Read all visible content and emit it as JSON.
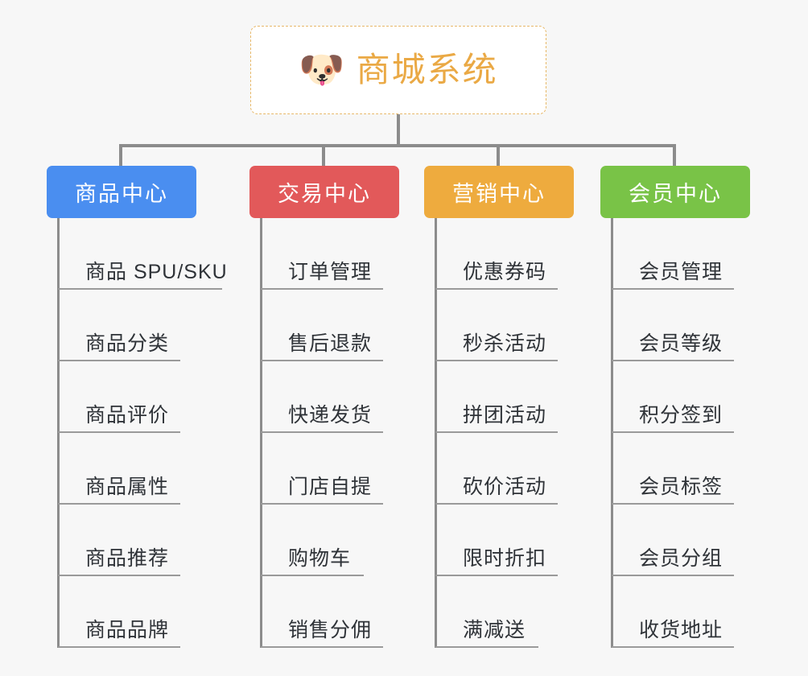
{
  "page": {
    "background": "#f7f7f7",
    "line_color": "#8c8c8c"
  },
  "root": {
    "icon": "dog-face-icon",
    "icon_glyph": "🐶",
    "title": "商城系统",
    "title_color": "#eaa945",
    "border_color": "#e8b96a"
  },
  "columns": [
    {
      "id": "product-center",
      "label": "商品中心",
      "color": "#4a8ef0",
      "items": [
        {
          "label": "商品 SPU/SKU",
          "rule_width": 204
        },
        {
          "label": "商品分类",
          "rule_width": 152
        },
        {
          "label": "商品评价",
          "rule_width": 152
        },
        {
          "label": "商品属性",
          "rule_width": 152
        },
        {
          "label": "商品推荐",
          "rule_width": 152
        },
        {
          "label": "商品品牌",
          "rule_width": 152
        }
      ]
    },
    {
      "id": "trade-center",
      "label": "交易中心",
      "color": "#e2595a",
      "items": [
        {
          "label": "订单管理",
          "rule_width": 152
        },
        {
          "label": "售后退款",
          "rule_width": 152
        },
        {
          "label": "快递发货",
          "rule_width": 152
        },
        {
          "label": "门店自提",
          "rule_width": 152
        },
        {
          "label": "购物车",
          "rule_width": 128
        },
        {
          "label": "销售分佣",
          "rule_width": 152
        }
      ]
    },
    {
      "id": "marketing-center",
      "label": "营销中心",
      "color": "#eeab3e",
      "items": [
        {
          "label": "优惠券码",
          "rule_width": 152
        },
        {
          "label": "秒杀活动",
          "rule_width": 152
        },
        {
          "label": "拼团活动",
          "rule_width": 152
        },
        {
          "label": "砍价活动",
          "rule_width": 152
        },
        {
          "label": "限时折扣",
          "rule_width": 152
        },
        {
          "label": "满减送",
          "rule_width": 128
        }
      ]
    },
    {
      "id": "member-center",
      "label": "会员中心",
      "color": "#79c347",
      "items": [
        {
          "label": "会员管理",
          "rule_width": 152
        },
        {
          "label": "会员等级",
          "rule_width": 152
        },
        {
          "label": "积分签到",
          "rule_width": 152
        },
        {
          "label": "会员标签",
          "rule_width": 152
        },
        {
          "label": "会员分组",
          "rule_width": 152
        },
        {
          "label": "收货地址",
          "rule_width": 152
        }
      ]
    }
  ]
}
